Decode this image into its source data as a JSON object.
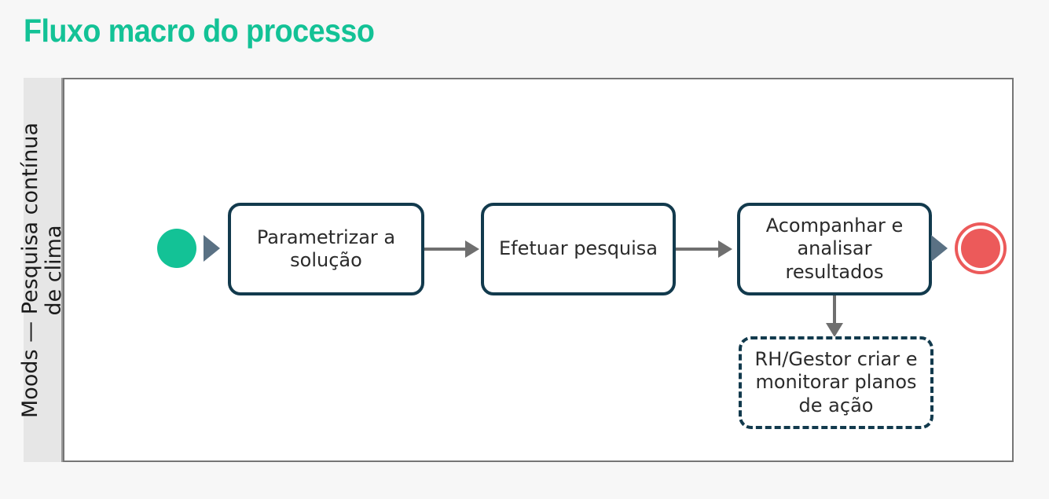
{
  "page": {
    "title": "Fluxo macro do processo",
    "title_color": "#13c296",
    "background_color": "#f7f7f7"
  },
  "diagram": {
    "type": "bpmn-process-flow",
    "canvas_background": "#ffffff",
    "canvas_border_color": "#767676",
    "lane": {
      "label": "Moods — Pesquisa contínua\nde clima",
      "header_background": "#e6e6e6",
      "orientation": "vertical-rotated-90"
    },
    "events": [
      {
        "id": "start-event",
        "name": "start-event",
        "shape": "circle",
        "color": "#13c296",
        "label": ""
      },
      {
        "id": "end-event",
        "name": "end-event",
        "shape": "circle-ring",
        "color": "#ec5a5a",
        "label": ""
      }
    ],
    "markers": [
      {
        "id": "start-marker",
        "name": "start-triangle-marker",
        "color": "#5a7184"
      },
      {
        "id": "end-marker",
        "name": "end-triangle-marker",
        "color": "#5a7184"
      }
    ],
    "tasks": [
      {
        "id": "task-parametrizar",
        "label": "Parametrizar a\nsolução",
        "border_style": "solid",
        "border_color": "#123a4d"
      },
      {
        "id": "task-efetuar",
        "label": "Efetuar pesquisa",
        "border_style": "solid",
        "border_color": "#123a4d"
      },
      {
        "id": "task-acompanhar",
        "label": "Acompanhar e\nanalisar resultados",
        "border_style": "solid",
        "border_color": "#123a4d"
      },
      {
        "id": "task-planos",
        "label": "RH/Gestor criar e\nmonitorar planos\nde ação",
        "border_style": "dashed",
        "border_color": "#123a4d"
      }
    ],
    "connectors": [
      {
        "id": "conn-1",
        "from": "task-parametrizar",
        "to": "task-efetuar",
        "direction": "right",
        "color": "#6f6f6f"
      },
      {
        "id": "conn-2",
        "from": "task-efetuar",
        "to": "task-acompanhar",
        "direction": "right",
        "color": "#6f6f6f"
      },
      {
        "id": "conn-3",
        "from": "task-acompanhar",
        "to": "task-planos",
        "direction": "down",
        "color": "#6f6f6f"
      }
    ]
  }
}
